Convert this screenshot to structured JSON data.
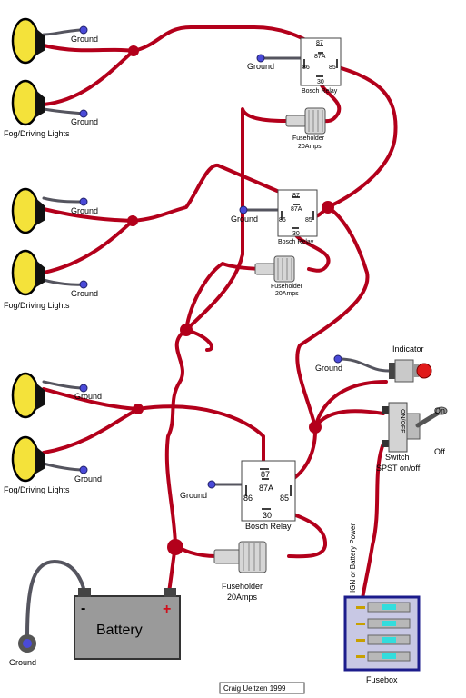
{
  "labels": {
    "ground": "Ground",
    "fog_lights": "Fog/Driving Lights",
    "relay_87": "87",
    "relay_87a": "87A",
    "relay_86": "86",
    "relay_85": "85",
    "relay_30": "30",
    "relay_name": "Bosch Relay",
    "fuseholder": "Fuseholder",
    "fuse_rating": "20Amps",
    "indicator": "Indicator",
    "switch_on": "On",
    "switch_off": "Off",
    "switch_face": "ON/OFF",
    "switch_name": "Switch",
    "switch_type": "SPST on/off",
    "ign_power": "IGN or Battery Power",
    "fusebox": "Fusebox",
    "battery": "Battery",
    "battery_neg": "-",
    "battery_pos": "+",
    "credit": "Craig Ueltzen 1999"
  },
  "colors": {
    "wire": "#b3001b",
    "ground_wire": "#55555f",
    "ground_terminal": "#4a4ad8",
    "lamp_lens": "#f4e23a",
    "battery_body": "#9a9a9a",
    "fusebox_frame": "#1c1c8c",
    "fuse_blade": "#33dddd",
    "indicator_lamp": "#e01a1a"
  }
}
